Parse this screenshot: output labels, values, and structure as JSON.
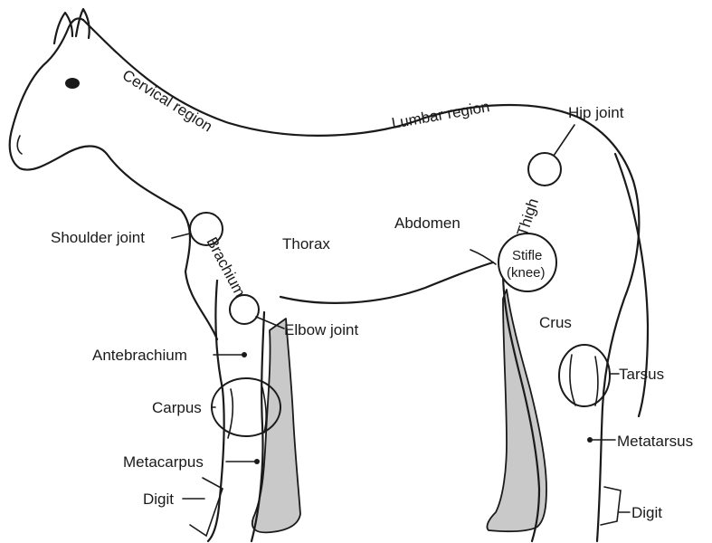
{
  "labels": {
    "cervical_region": "Cervical region",
    "lumbar_region": "Lumbar region",
    "hip_joint": "Hip joint",
    "thigh": "Thigh",
    "abdomen": "Abdomen",
    "thorax": "Thorax",
    "shoulder_joint": "Shoulder joint",
    "brachium": "Brachium",
    "stifle_line1": "Stifle",
    "stifle_line2": "(knee)",
    "elbow_joint": "Elbow joint",
    "crus": "Crus",
    "antebrachium": "Antebrachium",
    "tarsus": "Tarsus",
    "carpus": "Carpus",
    "metatarsus": "Metatarsus",
    "metacarpus": "Metacarpus",
    "digit_fore": "Digit",
    "digit_hind": "Digit"
  },
  "colors": {
    "line": "#1a1a1a",
    "far_limb_shade": "#c9c9c9",
    "background": "#ffffff"
  }
}
